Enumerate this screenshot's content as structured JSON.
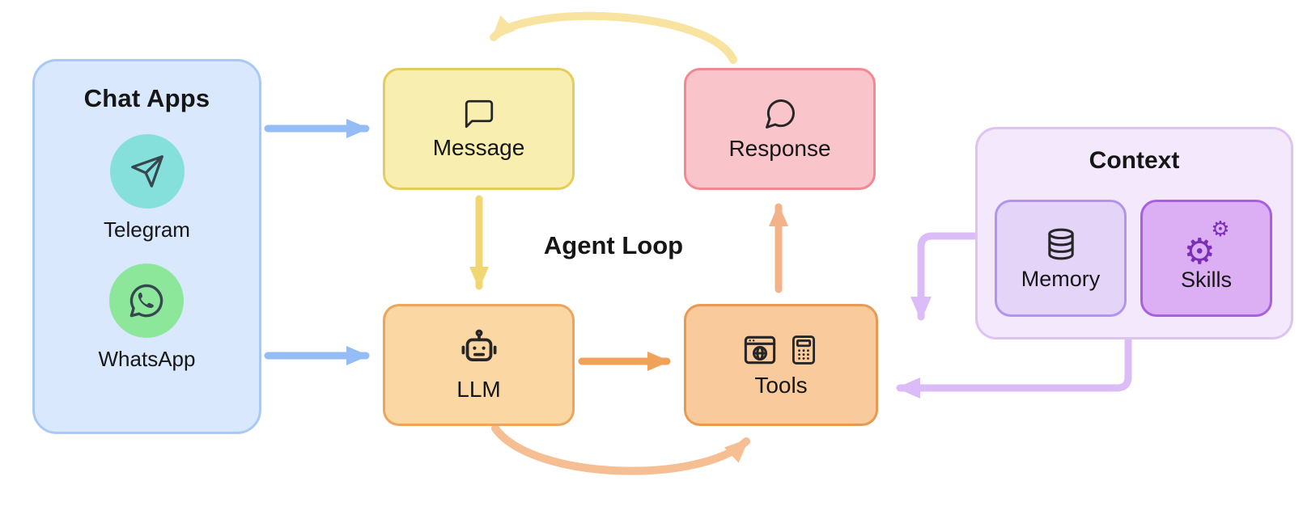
{
  "title": "Agent Loop",
  "chat_apps": {
    "title": "Chat Apps",
    "items": [
      {
        "label": "Telegram",
        "icon": "paper-plane-icon",
        "circle_color": "#85dfdb"
      },
      {
        "label": "WhatsApp",
        "icon": "whatsapp-phone-bubble-icon",
        "circle_color": "#8de79a"
      }
    ]
  },
  "nodes": {
    "message": {
      "label": "Message",
      "icon": "square-speech-bubble-icon"
    },
    "response": {
      "label": "Response",
      "icon": "round-speech-bubble-icon"
    },
    "llm": {
      "label": "LLM",
      "icon": "robot-icon"
    },
    "tools": {
      "label": "Tools",
      "icons": [
        "browser-globe-icon",
        "calculator-icon"
      ]
    }
  },
  "context": {
    "title": "Context",
    "memory": {
      "label": "Memory",
      "icon": "database-icon"
    },
    "skills": {
      "label": "Skills",
      "icon": "gears-icon"
    }
  },
  "glyphs": {
    "gear": "⚙"
  },
  "edges": [
    {
      "from": "chat-apps",
      "to": "message",
      "color": "#93bdf4",
      "style": "straight-right"
    },
    {
      "from": "chat-apps",
      "to": "llm",
      "color": "#93bdf4",
      "style": "straight-right"
    },
    {
      "from": "message",
      "to": "llm",
      "color": "#f1d771",
      "style": "straight-down"
    },
    {
      "from": "llm",
      "to": "tools",
      "color": "#f0a259",
      "style": "straight-right"
    },
    {
      "from": "tools",
      "to": "response",
      "color": "#f3b28a",
      "style": "straight-up"
    },
    {
      "from": "response",
      "to": "message",
      "color": "#f8e3a0",
      "style": "curved-over-top"
    },
    {
      "from": "llm",
      "to": "tools",
      "color": "#f5bf93",
      "style": "curved-under-bottom"
    },
    {
      "from": "context",
      "to": "tools",
      "color": "#dcbcf6",
      "style": "elbow-down"
    },
    {
      "from": "context",
      "to": "tools",
      "color": "#dcbcf6",
      "style": "elbow-left"
    }
  ],
  "colors": {
    "chat_apps_bg": "#d9e8fc",
    "chat_apps_border": "#a9c9f3",
    "message_bg": "#f8eeb0",
    "message_border": "#e4cd5e",
    "response_bg": "#f9c5ca",
    "response_border": "#ef8a93",
    "llm_bg": "#fbd7a3",
    "llm_border": "#eda45c",
    "tools_bg": "#f9ca9b",
    "tools_border": "#e99a52",
    "context_bg": "#f4e9fc",
    "context_border": "#ddc3f1",
    "memory_bg": "#e3d4f8",
    "memory_border": "#b295ea",
    "skills_bg": "#dcaef4",
    "skills_border": "#a960df",
    "telegram_circle": "#85dfdb",
    "whatsapp_circle": "#8de79a",
    "gear_color": "#7b2fb5",
    "text": "#161616"
  }
}
